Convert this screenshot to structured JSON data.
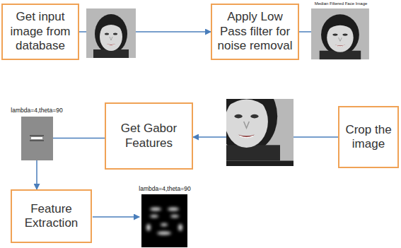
{
  "diagram": {
    "nodes": [
      {
        "text": [
          "Get input image from database"
        ]
      },
      {
        "text": [
          "Apply Low Pass filter for noise removal"
        ]
      },
      {
        "text": [
          "Crop the image"
        ]
      },
      {
        "text": [
          "Get Gabor Features"
        ]
      },
      {
        "text": [
          "Feature Extraction"
        ]
      }
    ],
    "edges": [
      {
        "from": 0,
        "to": 1,
        "arrow": "to"
      },
      {
        "from": 1,
        "to": 2,
        "arrow": "to"
      },
      {
        "from": 2,
        "to": 3,
        "arrow": "to"
      },
      {
        "from": 3,
        "to": 4,
        "arrow": "to"
      }
    ],
    "labels": [
      "Median Filtered Face Image",
      "lambda=4,theta=90",
      "lambda=4,theta=90"
    ]
  }
}
